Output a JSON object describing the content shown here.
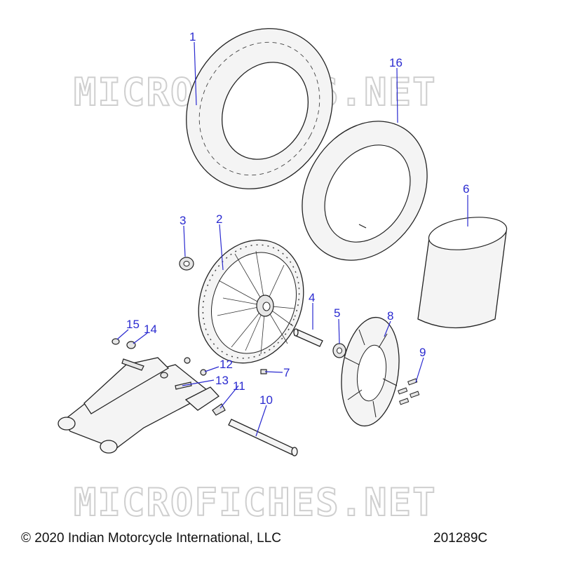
{
  "watermark": "MICROFICHES.NET",
  "footer": {
    "copyright": "© 2020 Indian Motorcycle International, LLC",
    "drawing_number": "201289C"
  },
  "callouts": {
    "c1": "1",
    "c2": "2",
    "c3": "3",
    "c4": "4",
    "c5": "5",
    "c6": "6",
    "c7": "7",
    "c8": "8",
    "c9": "9",
    "c10": "10",
    "c11": "11",
    "c12": "12",
    "c13": "13",
    "c14": "14",
    "c15": "15",
    "c16": "16"
  },
  "colors": {
    "callout": "#2a2ad0",
    "line": "#222222",
    "watermark": "#cfcfcf"
  }
}
